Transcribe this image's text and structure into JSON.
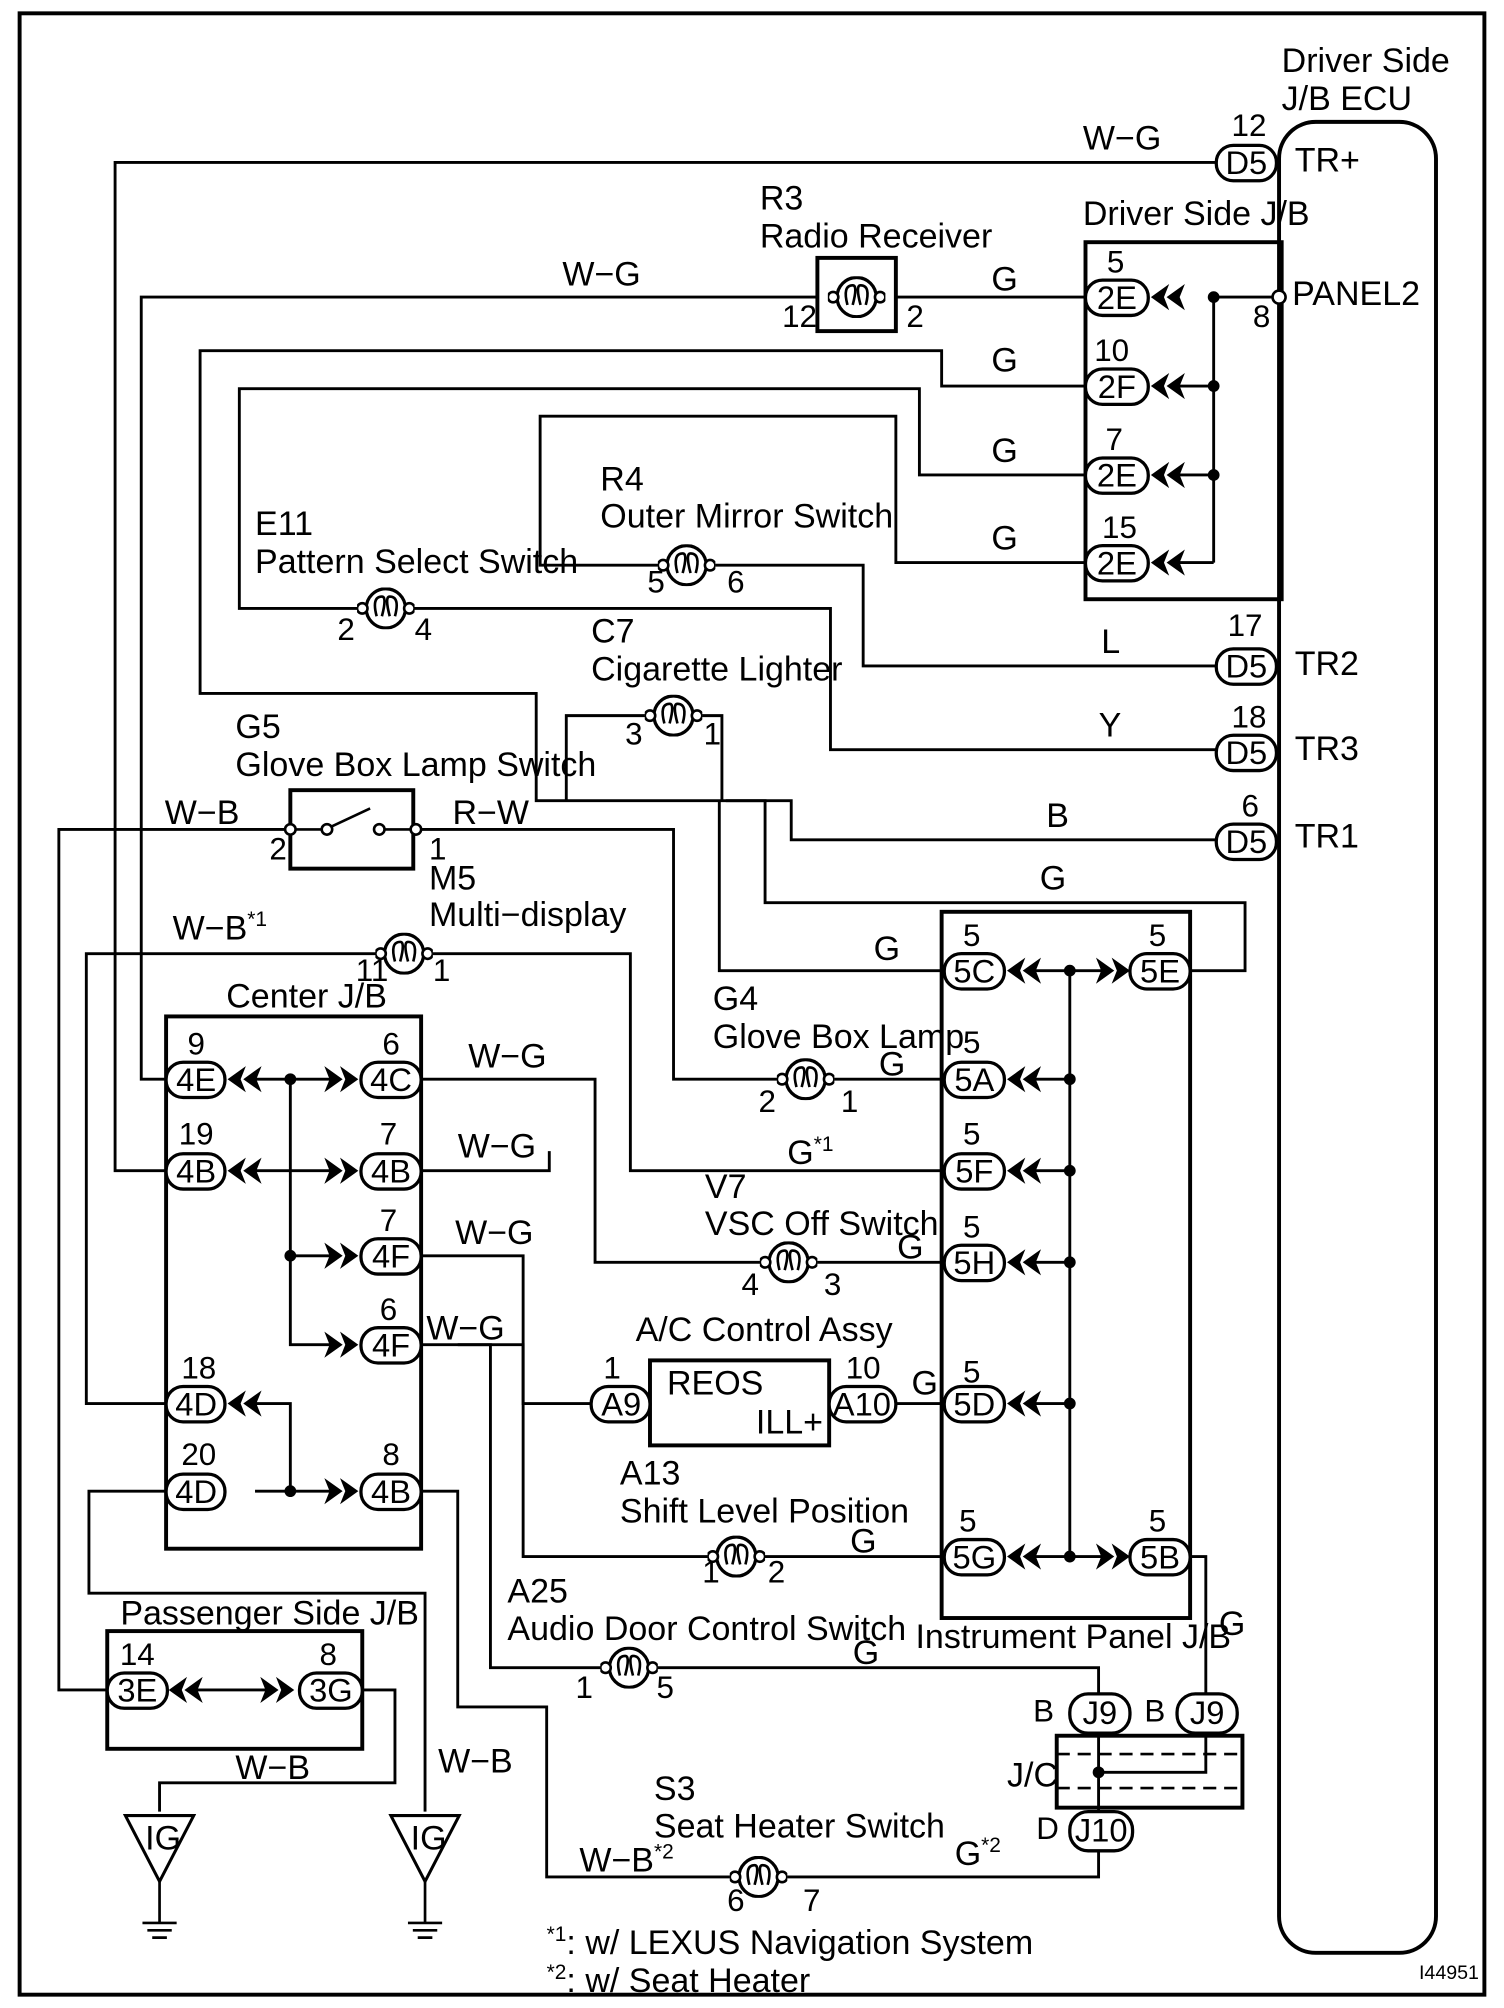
{
  "title": "Driver Side J/B ECU",
  "ecu_title_line1": "Driver Side",
  "ecu_title_line2": "J/B ECU",
  "ecu_terminals": {
    "tr_plus": "TR+",
    "panel2": "PANEL2",
    "tr2": "TR2",
    "tr3": "TR3",
    "tr1": "TR1"
  },
  "connectors": {
    "d5_12": {
      "pin": "12",
      "label": "D5"
    },
    "d5_17": {
      "pin": "17",
      "label": "D5"
    },
    "d5_18": {
      "pin": "18",
      "label": "D5"
    },
    "d5_6": {
      "pin": "6",
      "label": "D5"
    },
    "dsjb_2e_5": {
      "pin": "5",
      "label": "2E"
    },
    "dsjb_2f_10": {
      "pin": "10",
      "label": "2F"
    },
    "dsjb_2e_7": {
      "pin": "7",
      "label": "2E"
    },
    "dsjb_2e_15": {
      "pin": "15",
      "label": "2E"
    },
    "ipjb_5c": {
      "pin": "5",
      "label": "5C"
    },
    "ipjb_5e": {
      "pin": "5",
      "label": "5E"
    },
    "ipjb_5a": {
      "pin": "5",
      "label": "5A"
    },
    "ipjb_5f": {
      "pin": "5",
      "label": "5F"
    },
    "ipjb_5h": {
      "pin": "5",
      "label": "5H"
    },
    "ipjb_5d": {
      "pin": "5",
      "label": "5D"
    },
    "ipjb_5g": {
      "pin": "5",
      "label": "5G"
    },
    "ipjb_5b": {
      "pin": "5",
      "label": "5B"
    },
    "cjb_4e": {
      "pin": "9",
      "label": "4E"
    },
    "cjb_4c": {
      "pin": "6",
      "label": "4C"
    },
    "cjb_4b19": {
      "pin": "19",
      "label": "4B"
    },
    "cjb_4b7": {
      "pin": "7",
      "label": "4B"
    },
    "cjb_4f7": {
      "pin": "7",
      "label": "4F"
    },
    "cjb_4f6": {
      "pin": "6",
      "label": "4F"
    },
    "cjb_4d18": {
      "pin": "18",
      "label": "4D"
    },
    "cjb_4d20": {
      "pin": "20",
      "label": "4D"
    },
    "cjb_4b8": {
      "pin": "8",
      "label": "4B"
    },
    "psjb_3e": {
      "pin": "14",
      "label": "3E"
    },
    "psjb_3g": {
      "pin": "8",
      "label": "3G"
    },
    "a9": {
      "pin": "1",
      "label": "A9"
    },
    "a10": {
      "pin": "10",
      "label": "A10"
    },
    "j9a": {
      "pin": "B",
      "label": "J9"
    },
    "j9b": {
      "pin": "B",
      "label": "J9"
    },
    "j10": {
      "pin": "D",
      "label": "J10"
    }
  },
  "components": {
    "r3": {
      "code": "R3",
      "name": "Radio Receiver",
      "pin_a": "12",
      "pin_b": "2"
    },
    "r4": {
      "code": "R4",
      "name": "Outer Mirror Switch",
      "pin_a": "5",
      "pin_b": "6"
    },
    "e11": {
      "code": "E11",
      "name": "Pattern Select Switch",
      "pin_a": "2",
      "pin_b": "4"
    },
    "c7": {
      "code": "C7",
      "name": "Cigarette Lighter",
      "pin_a": "3",
      "pin_b": "1"
    },
    "g5": {
      "code": "G5",
      "name": "Glove Box Lamp Switch",
      "pin_a": "2",
      "pin_b": "1"
    },
    "m5": {
      "code": "M5",
      "name": "Multi−display",
      "pin_a": "11",
      "pin_b": "1"
    },
    "g4": {
      "code": "G4",
      "name": "Glove Box Lamp",
      "pin_a": "2",
      "pin_b": "1"
    },
    "v7": {
      "code": "V7",
      "name": "VSC Off Switch",
      "pin_a": "4",
      "pin_b": "3"
    },
    "a13": {
      "code": "A13",
      "name": "Shift Level Position",
      "pin_a": "1",
      "pin_b": "2"
    },
    "a25": {
      "code": "A25",
      "name": "Audio Door Control Switch",
      "pin_a": "1",
      "pin_b": "5"
    },
    "s3": {
      "code": "S3",
      "name": "Seat Heater Switch",
      "pin_a": "6",
      "pin_b": "7"
    },
    "ac": {
      "name": "A/C Control Assy",
      "reos": "REOS",
      "ill": "ILL+"
    }
  },
  "blocks": {
    "driver_jb": "Driver Side J/B",
    "center_jb": "Center J/B",
    "instrument_jb": "Instrument Panel J/B",
    "passenger_jb": "Passenger Side J/B",
    "jc": "J/C"
  },
  "wire_colors": {
    "wg": "W−G",
    "g": "G",
    "l": "L",
    "y": "Y",
    "b": "B",
    "wb": "W−B",
    "rw": "R−W",
    "wb1_base": "W−B",
    "g1_base": "G",
    "wb2_base": "W−B",
    "g2_base": "G",
    "star1": "*1",
    "star2": "*2"
  },
  "grounds": {
    "ig": "IG"
  },
  "notes": {
    "n1_mark": "*1",
    "n1_text": ": w/ LEXUS Navigation System",
    "n2_mark": "*2",
    "n2_text": ": w/ Seat Heater"
  },
  "figure_id": "I44951"
}
